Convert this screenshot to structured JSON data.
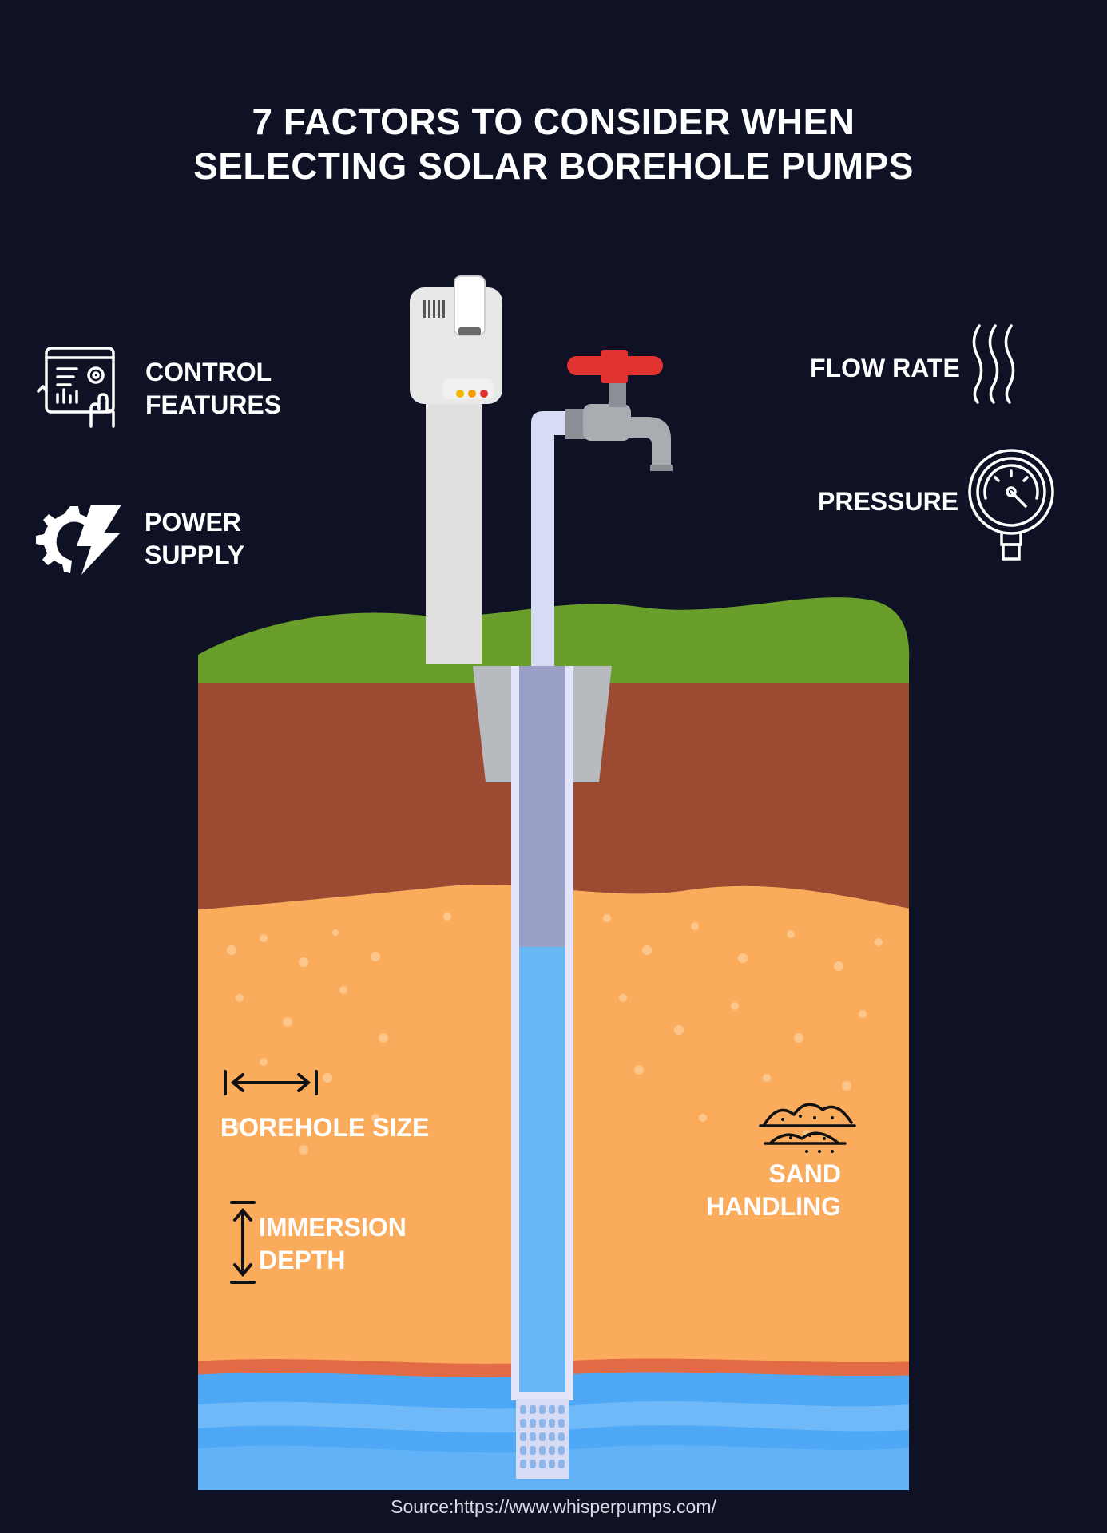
{
  "title": {
    "line1": "7 FACTORS TO CONSIDER WHEN",
    "line2": "SELECTING SOLAR BOREHOLE PUMPS"
  },
  "factors": {
    "control_features": {
      "line1": "CONTROL",
      "line2": "FEATURES",
      "icon": "control-panel-hand-icon"
    },
    "power_supply": {
      "line1": "POWER",
      "line2": "SUPPLY",
      "icon": "gear-lightning-icon"
    },
    "flow_rate": {
      "line1": "FLOW RATE",
      "icon": "flow-waves-icon"
    },
    "pressure": {
      "line1": "PRESSURE",
      "icon": "pressure-gauge-icon"
    },
    "borehole_size": {
      "line1": "BOREHOLE SIZE",
      "icon": "horizontal-arrow-icon"
    },
    "immersion_depth": {
      "line1": "IMMERSION",
      "line2": "DEPTH",
      "icon": "vertical-arrow-icon"
    },
    "sand_handling": {
      "line1": "SAND",
      "line2": "HANDLING",
      "icon": "sand-piles-icon"
    }
  },
  "source": "Source:https://www.whisperpumps.com/",
  "colors": {
    "background": "#0f1225",
    "grass": "#6a9e2b",
    "topsoil": "#9c4a32",
    "sand": "#fbab5c",
    "water": "#4ea8f5",
    "pipe": "#d7dbf4",
    "valve": "#e0322e",
    "controller": "#e5e5e5"
  }
}
